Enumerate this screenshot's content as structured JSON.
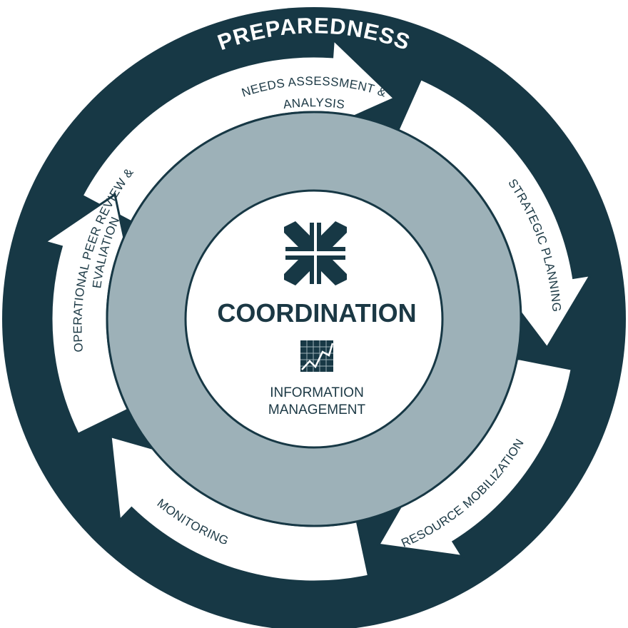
{
  "diagram": {
    "outer_label": "PREPAREDNESS",
    "center": {
      "title": "COORDINATION",
      "subtitle_line1": "INFORMATION",
      "subtitle_line2": "MANAGEMENT",
      "top_icon": "converging-arrows-icon",
      "bottom_icon": "chart-grid-icon"
    },
    "stages": [
      {
        "line1": "NEEDS ASSESSMENT &",
        "line2": "ANALYSIS"
      },
      {
        "line1": "STRATEGIC PLANNING"
      },
      {
        "line1": "RESOURCE MOBILIZATION"
      },
      {
        "line1": "MONITORING"
      },
      {
        "line1": "OPERATIONAL PEER REVIEW &",
        "line2": "EVALIATION"
      }
    ],
    "colors": {
      "outer_ring": "#173845",
      "inner_ring": "#9db1b8",
      "arrow_fill": "#ffffff",
      "text": "#1b3844"
    }
  }
}
